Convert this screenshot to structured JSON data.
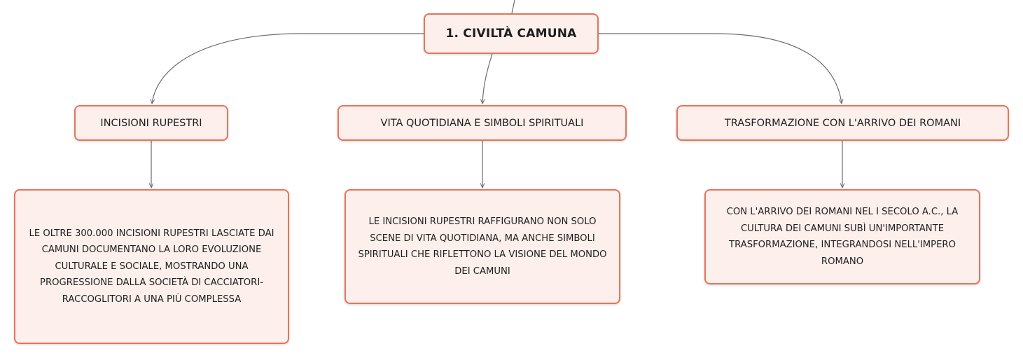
{
  "root": {
    "title": "1. CIVILTÀ CAMUNA"
  },
  "topics": [
    {
      "label": "INCISIONI RUPESTRI",
      "detail": "LE OLTRE 300.000 INCISIONI RUPESTRI LASCIATE DAI CAMUNI DOCUMENTANO LA LORO EVOLUZIONE CULTURALE E SOCIALE, MOSTRANDO UNA PROGRESSIONE DALLA SOCIETÀ DI CACCIATORI-RACCOGLITORI A UNA PIÙ COMPLESSA"
    },
    {
      "label": "VITA QUOTIDIANA E SIMBOLI SPIRITUALI",
      "detail": "LE INCISIONI RUPESTRI RAFFIGURANO NON SOLO SCENE DI VITA QUOTIDIANA, MA ANCHE SIMBOLI SPIRITUALI CHE RIFLETTONO LA VISIONE DEL MONDO DEI CAMUNI"
    },
    {
      "label": "TRASFORMAZIONE CON L'ARRIVO DEI ROMANI",
      "detail": "CON L'ARRIVO DEI ROMANI NEL I SECOLO A.C., LA CULTURA DEI CAMUNI SUBÌ UN'IMPORTANTE TRASFORMAZIONE, INTEGRANDOSI NELL'IMPERO ROMANO"
    }
  ],
  "colors": {
    "node_border": "#e8735a",
    "node_fill": "#fdf0ec",
    "connector": "#6b6b6b",
    "text": "#1e1e1e"
  }
}
